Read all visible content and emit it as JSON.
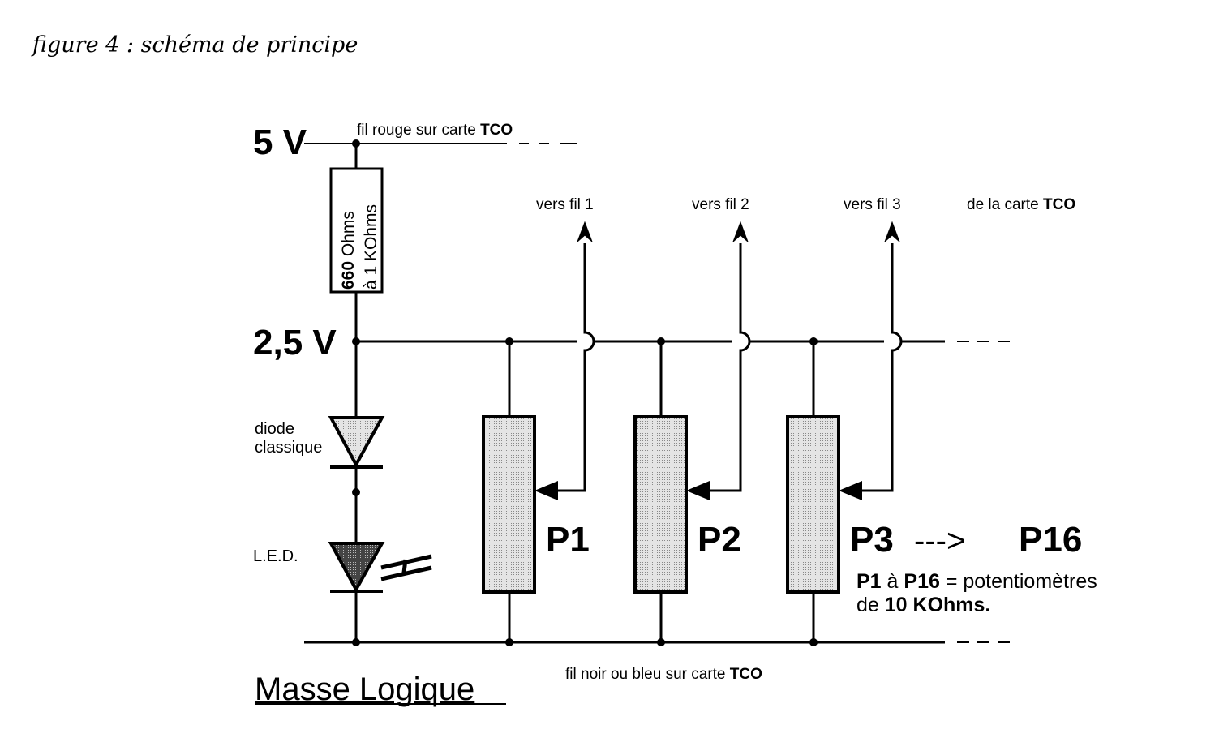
{
  "caption": "figure 4 : schéma de principe",
  "rails": {
    "supply_label": "5 V",
    "supply_wire_note": "fil rouge sur carte ",
    "supply_wire_note_bold": "TCO",
    "mid_label": "2,5 V",
    "ground_label": "Masse Logique",
    "ground_wire_note": "fil noir ou bleu sur carte ",
    "ground_wire_note_bold": "TCO"
  },
  "resistor": {
    "line1": "660 Ohms",
    "line2": "à 1 KOhms"
  },
  "diode_label_line1": "diode",
  "diode_label_line2": "classique",
  "led_label": "L.E.D.",
  "outputs": {
    "labels": [
      "vers fil 1",
      "vers fil 2",
      "vers fil 3"
    ],
    "board_note": "de la carte ",
    "board_note_bold": "TCO"
  },
  "potentiometers": {
    "names": [
      "P1",
      "P2",
      "P3"
    ],
    "range_arrow": "--->",
    "last_name": "P16",
    "note_bold_1": "P1",
    "note_mid": " à ",
    "note_bold_2": "P16",
    "note_rest": " = potentiomètres",
    "note_line2_a": "de ",
    "note_line2_bold": "10 KOhms."
  },
  "colors": {
    "ink": "#000000",
    "component_fill": "#d0d0d0",
    "led_fill": "#505050"
  }
}
